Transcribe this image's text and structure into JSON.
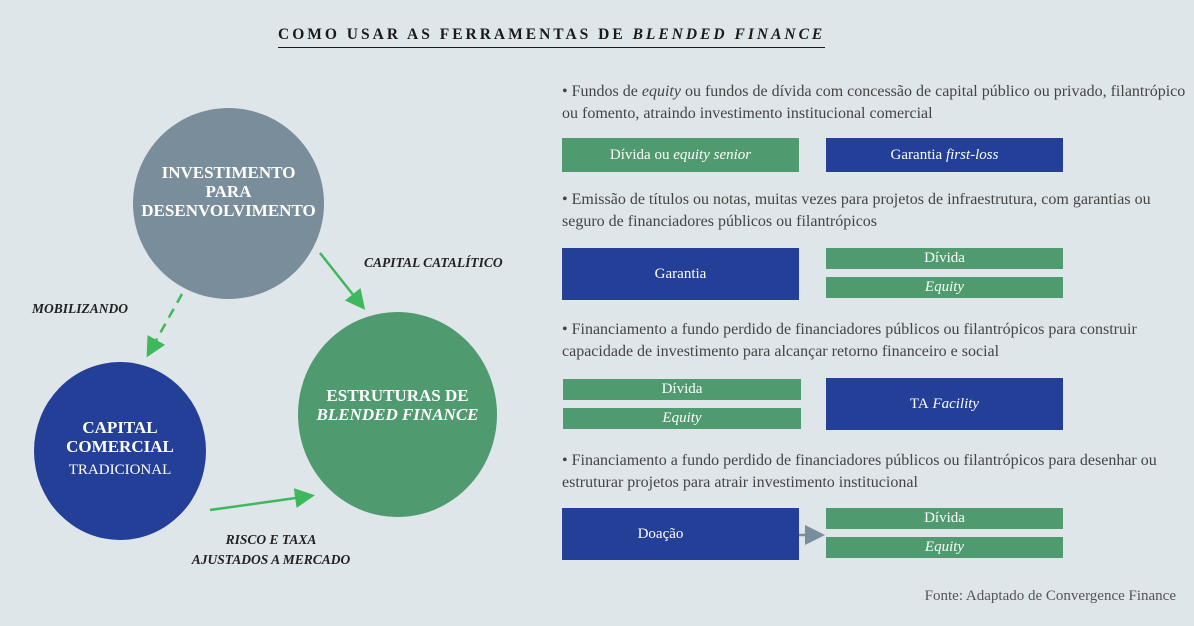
{
  "title": {
    "plain": "COMO USAR AS FERRAMENTAS DE ",
    "italic": "BLENDED FINANCE"
  },
  "circles": {
    "investimento": {
      "line1": "INVESTIMENTO",
      "line2": "PARA",
      "line3": "DESENVOLVIMENTO"
    },
    "capital": {
      "line1": "CAPITAL",
      "line2": "COMERCIAL",
      "sub": "TRADICIONAL"
    },
    "estruturas": {
      "line1": "ESTRUTURAS DE",
      "line2": "BLENDED FINANCE"
    }
  },
  "arrows": {
    "mobilizando": "MOBILIZANDO",
    "catalitico": "CAPITAL CATALÍTICO",
    "risco1": "RISCO E TAXA",
    "risco2": "AJUSTADOS A MERCADO"
  },
  "colors": {
    "grey": "#7a8d9b",
    "blue": "#233f98",
    "green": "#4f9a6f",
    "arrow": "#3db85c"
  },
  "rows": [
    {
      "t1": "Fundos de ",
      "t1i": "equity",
      "t2": " ou fundos de dívida com concessão de capital público ou privado, filantrópico ou fomento, atraindo investimento institucional comercial",
      "boxA": "Dívida ou ",
      "boxAi": "equity senior",
      "boxB": "Garantia ",
      "boxBi": "first-loss"
    },
    {
      "t": "Emissão de títulos ou notas, muitas vezes para projetos de infraestrutura, com garantias ou seguro de financiadores públicos ou filantrópicos",
      "main": "Garantia",
      "d": "Dívida",
      "e": "Equity"
    },
    {
      "t": "Financiamento a fundo perdido de financiadores públicos ou filantrópicos para construir capacidade de investimento para alcançar retorno financeiro e social",
      "d": "Dívida",
      "e": "Equity",
      "mainA": "TA ",
      "mainAi": "Facility"
    },
    {
      "t": "Financiamento a fundo perdido de financiadores públicos ou filantrópicos para desenhar ou estruturar projetos para atrair investimento institucional",
      "main": "Doação",
      "d": "Dívida",
      "e": "Equity"
    }
  ],
  "source": "Fonte: Adaptado de Convergence Finance"
}
